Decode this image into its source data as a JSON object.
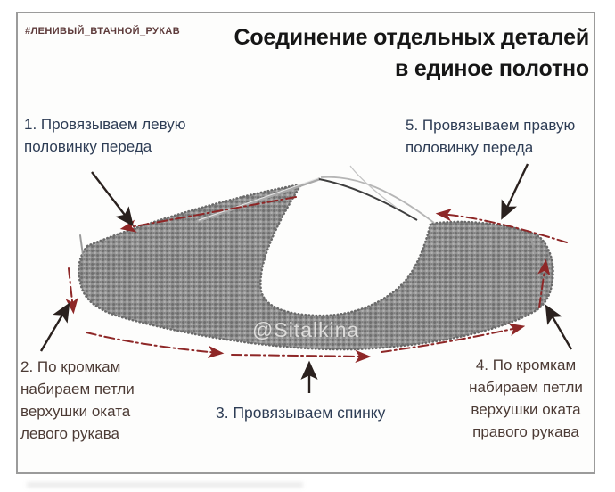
{
  "header": {
    "hashtag": "#ЛЕНИВЫЙ_ВТАЧНОЙ_РУКАВ",
    "title_line1": "Соединение отдельных деталей",
    "title_line2": "в единое полотно"
  },
  "steps": {
    "step1": {
      "lines": [
        "1. Провязываем левую",
        "половинку переда"
      ]
    },
    "step2": {
      "lines": [
        "2. По кромкам",
        "набираем петли",
        "верхушки оката",
        "левого рукава"
      ]
    },
    "step3": {
      "lines": [
        "3. Провязываем спинку"
      ]
    },
    "step4": {
      "lines": [
        "4. По кромкам",
        "набираем петли",
        "верхушки оката",
        "правого рукава"
      ]
    },
    "step5": {
      "lines": [
        "5. Провязываем правую",
        "половинку переда"
      ]
    }
  },
  "watermark": "@Sitalkina",
  "colors": {
    "hashtag": "#5d3a3a",
    "title": "#161616",
    "step-blue": "#2e3d55",
    "step-brown": "#4c3b35",
    "arrow-red": "#8e2727",
    "pointer-dark": "#2a211e",
    "knit-base": "#929292",
    "frame-border": "#9b9b9b",
    "watermark": "#f0efed"
  }
}
